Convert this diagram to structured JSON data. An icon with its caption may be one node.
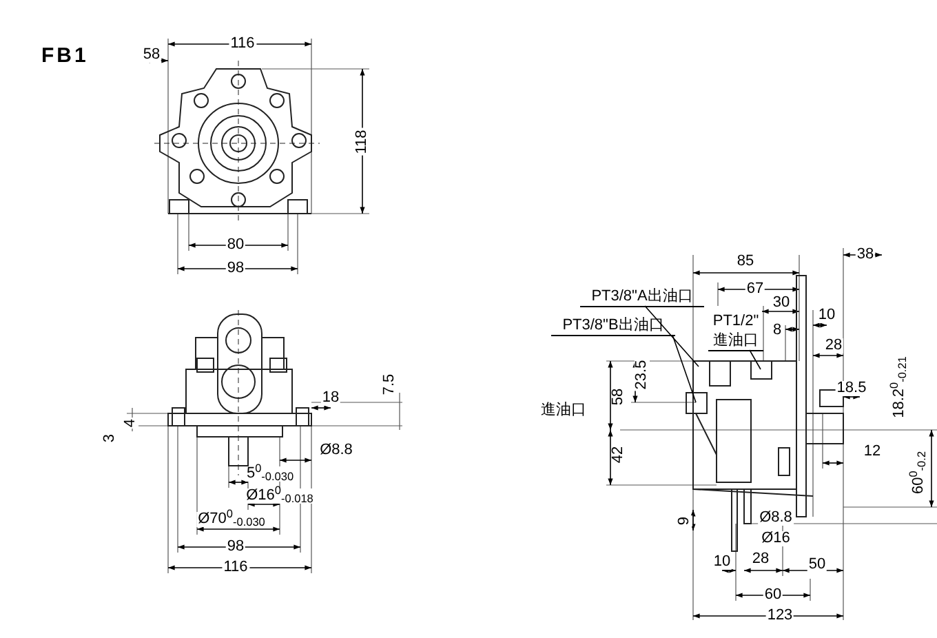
{
  "diagram": {
    "title": "FB1",
    "nodes": [
      {
        "text": [
          "PT3/8\"A出油口"
        ]
      },
      {
        "text": [
          "PT3/8\"B出油口"
        ]
      },
      {
        "text": [
          "PT1/2\" 進油口"
        ]
      }
    ],
    "edges": [
      {
        "from": 0,
        "to": null,
        "arrow": "none"
      },
      {
        "from": 1,
        "to": null,
        "arrow": "none"
      },
      {
        "from": 2,
        "to": null,
        "arrow": "none"
      }
    ],
    "labels": [
      "58",
      "116",
      "118",
      "80",
      "98",
      "18",
      "7.5",
      "4",
      "3",
      "Ø8.8",
      "5$^{0}$$_{-0.030}$",
      "Ø16$^{0}$$_{-0.018}$",
      "Ø70$^{0}$$_{-0.030}$",
      "98",
      "116",
      "85",
      "38",
      "67",
      "30",
      "10",
      "8",
      "28",
      "23.5",
      "58",
      "進油口",
      "18.5",
      "18.2$^{0}$$_{-0.21}$",
      "42",
      "12",
      "60$^{0}$$_{-0.2}$",
      "9",
      "Ø8.8",
      "Ø16",
      "10",
      "28",
      "50",
      "60",
      "123"
    ]
  }
}
